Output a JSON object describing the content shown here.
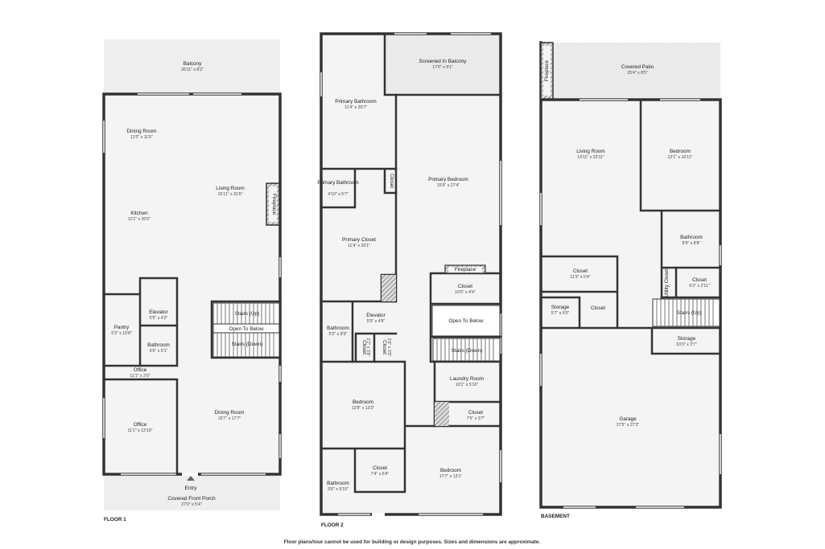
{
  "floor1": {
    "label": "FLOOR 1",
    "rooms": {
      "balcony": {
        "name": "Balcony",
        "dims": "26'11\" x 8'2\""
      },
      "dining_top": {
        "name": "Dining Room",
        "dims": "11'0\" x 11'5\""
      },
      "living": {
        "name": "Living Room",
        "dims": "15'11\" x 31'6\""
      },
      "kitchen": {
        "name": "Kitchen",
        "dims": "11'1\" x 20'0\""
      },
      "fireplace": {
        "name": "Fireplace"
      },
      "elevator": {
        "name": "Elevator",
        "dims": "5'5\" x 4'2\""
      },
      "pantry": {
        "name": "Pantry",
        "dims": "5'3\" x 10'8\""
      },
      "bathroom": {
        "name": "Bathroom",
        "dims": "5'5\" x 5'1\""
      },
      "stairs_up": {
        "name": "Stairs (Up)"
      },
      "open_below": {
        "name": "Open To Below"
      },
      "stairs_down": {
        "name": "Stairs (Down)"
      },
      "office_small": {
        "name": "Office",
        "dims": "11'1\" x 2'0\""
      },
      "office": {
        "name": "Office",
        "dims": "11'1\" x 13'10\""
      },
      "dining_bottom": {
        "name": "Dining Room",
        "dims": "15'7\" x 17'7\""
      },
      "entry": {
        "name": "Entry"
      },
      "porch": {
        "name": "Covered Front Porch",
        "dims": "27'0\" x 5'4\""
      }
    }
  },
  "floor2": {
    "label": "FLOOR 2",
    "rooms": {
      "screened": {
        "name": "Screened In Balcony",
        "dims": "17'6\" x 9'1\""
      },
      "pbath1": {
        "name": "Primary Bathroom",
        "dims": "11'4\" x 20'7\""
      },
      "closet_v": {
        "name": "Closet"
      },
      "pbedroom": {
        "name": "Primary Bedroom",
        "dims": "15'9\" x 27'4\""
      },
      "pbath2": {
        "name": "Primary Bathroom",
        "dims": "4'10\" x 5'7\""
      },
      "pcloset": {
        "name": "Primary Closet",
        "dims": "11'4\" x 20'1\""
      },
      "fireplace": {
        "name": "Fireplace"
      },
      "closet1": {
        "name": "Closet",
        "dims": "10'5\" x 4'4\""
      },
      "elevator": {
        "name": "Elevator",
        "dims": "5'9\" x 4'8\""
      },
      "bath": {
        "name": "Bathroom",
        "dims": "5'2\" x 8'9\""
      },
      "open_below": {
        "name": "Open To Below"
      },
      "closet_a": {
        "name": "Closet",
        "dims": "2'7\" x 3'8\""
      },
      "closet_b": {
        "name": "Closet",
        "dims": "2'6\" x 3'5\""
      },
      "stairs_down": {
        "name": "Stairs (Down)"
      },
      "laundry": {
        "name": "Laundry Room",
        "dims": "10'1\" x 5'10\""
      },
      "bedroom": {
        "name": "Bedroom",
        "dims": "12'8\" x 13'3\""
      },
      "closet2": {
        "name": "Closet",
        "dims": "7'5\" x 3'7\""
      },
      "closet3": {
        "name": "Closet",
        "dims": "7'4\" x 6'4\""
      },
      "bedroom2": {
        "name": "Bedroom",
        "dims": "17'7\" x 13'1\""
      },
      "bath2": {
        "name": "Bathroom",
        "dims": "9'6\" x 9'10\""
      }
    }
  },
  "basement": {
    "label": "BASEMENT",
    "rooms": {
      "patio": {
        "name": "Covered Patio",
        "dims": "25'4\" x 8'5\""
      },
      "fireplace": {
        "name": "Fireplace"
      },
      "living": {
        "name": "Living Room",
        "dims": "14'11\" x 23'11\""
      },
      "bedroom": {
        "name": "Bedroom",
        "dims": "12'1\" x 16'11\""
      },
      "bathroom": {
        "name": "Bathroom",
        "dims": "8'9\" x 8'8\""
      },
      "closet1": {
        "name": "Closet",
        "dims": "11'3\" x 5'4\""
      },
      "utility": {
        "name": "Utility Closet"
      },
      "closet2": {
        "name": "Closet",
        "dims": "6'2\" x 2'11\""
      },
      "storage1": {
        "name": "Storage",
        "dims": "5'7\" x 5'0\""
      },
      "closet3": {
        "name": "Closet"
      },
      "stairs_up": {
        "name": "Stairs (Up)"
      },
      "storage2": {
        "name": "Storage",
        "dims": "10'3\" x 3'7\""
      },
      "garage": {
        "name": "Garage",
        "dims": "27'5\" x 27'3\""
      }
    }
  },
  "disclaimer": "Floor plans/tour cannot be used for building or design purposes. Sizes and dimensions are approximate."
}
